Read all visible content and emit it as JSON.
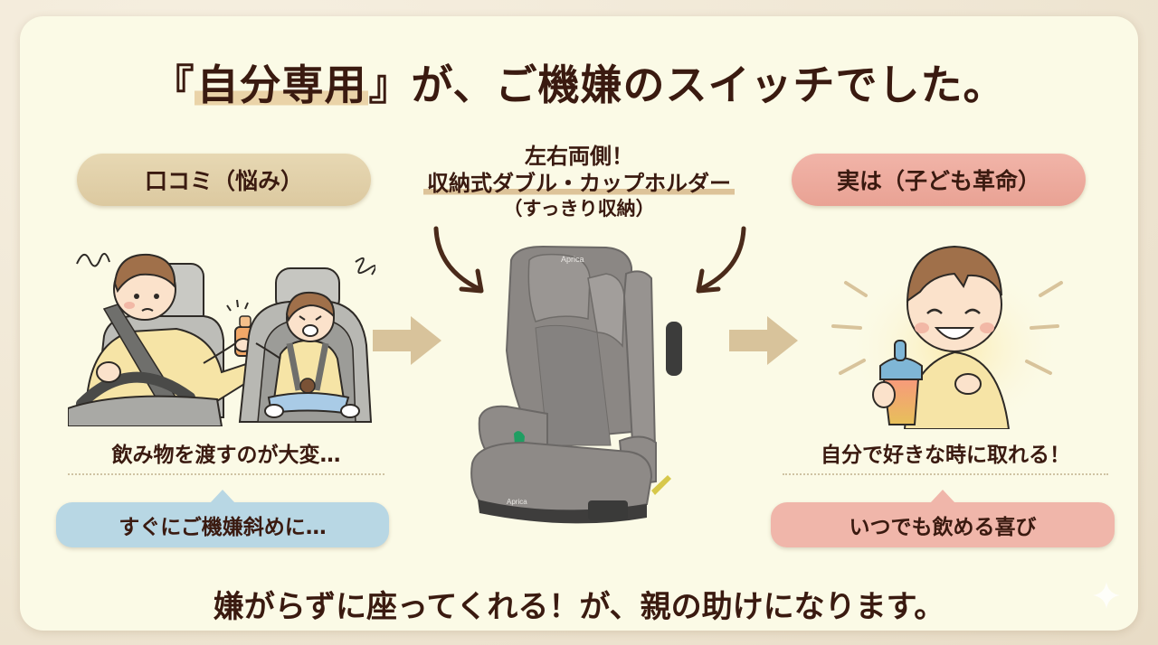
{
  "title": {
    "prefix_bracket": "『",
    "highlight": "自分専用",
    "suffix_bracket": "』",
    "rest": "が、ご機嫌のスイッチでした。"
  },
  "left": {
    "pill_label": "口コミ（悩み）",
    "illustration": "parent-driving-handing-drink-to-crying-child-in-car-seat",
    "caption": "飲み物を渡すのが大変…",
    "bubble": "すぐにご機嫌斜めに…",
    "pill_color": "#e2d2aa",
    "bubble_color": "#b8d7e4"
  },
  "center": {
    "feature_line1": "左右両側！",
    "feature_line2": "収納式ダブル・カップホルダー",
    "feature_line3": "（すっきり収納）",
    "product_image": "gray-booster-car-seat",
    "brand_text": "Aprica"
  },
  "right": {
    "pill_label": "実は（子ども革命）",
    "illustration": "happy-child-holding-sippy-cup",
    "caption": "自分で好きな時に取れる！",
    "bubble": "いつでも飲める喜び",
    "pill_color": "#eeab9e",
    "bubble_color": "#f0b6aa"
  },
  "bottom_message": "嫌がらずに座ってくれる！が、親の助けになります。",
  "colors": {
    "card_bg": "#fbfae6",
    "text": "#3a1a10",
    "arrow_beige": "#d8c39b",
    "curved_arrow": "#4a2a1a"
  }
}
